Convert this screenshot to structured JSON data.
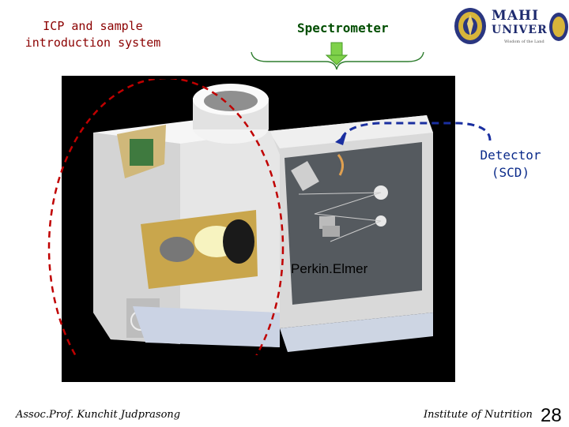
{
  "slide": {
    "icp_label": "ICP and sample introduction system",
    "spectrometer_label": "Spectrometer",
    "detector_label": "Detector (SCD)",
    "brand_label": "Perkin.Elmer",
    "author": "Assoc.Prof. Kunchit Judprasong",
    "institute": "Institute of Nutrition",
    "page_number": "28"
  },
  "logo": {
    "line1": "MAHI",
    "line2": "UNIVER",
    "tagline": "Wisdom of the Land"
  },
  "colors": {
    "icp_circle": "#c00000",
    "detector_arrow": "#1a2fa0",
    "spectrometer_arrow": "#66cc33",
    "photo_background": "#000000"
  }
}
